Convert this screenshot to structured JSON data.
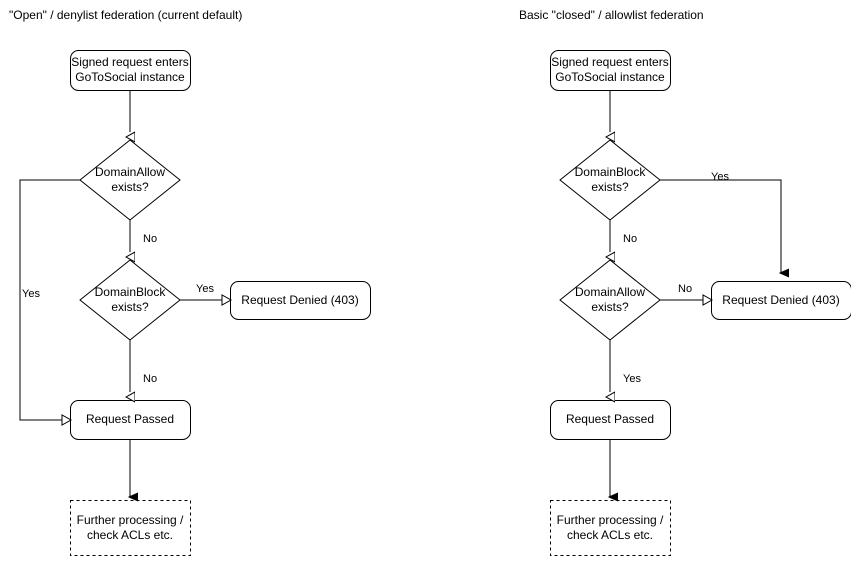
{
  "panels": [
    {
      "id": "left",
      "title": "\"Open\" / denylist federation (current default)",
      "nodes": {
        "start": "Signed request enters\nGoToSocial instance",
        "decision1": "DomainAllow\nexists?",
        "decision2": "DomainBlock\nexists?",
        "denied": "Request Denied (403)",
        "passed": "Request Passed",
        "further": "Further processing /\ncheck ACLs etc."
      },
      "edges": {
        "allow_yes": "Yes",
        "allow_no": "No",
        "block_yes": "Yes",
        "block_no": "No"
      }
    },
    {
      "id": "right",
      "title": "Basic \"closed\" / allowlist federation",
      "nodes": {
        "start": "Signed request enters\nGoToSocial instance",
        "decision1": "DomainBlock\nexists?",
        "decision2": "DomainAllow\nexists?",
        "denied": "Request Denied (403)",
        "passed": "Request Passed",
        "further": "Further processing /\ncheck ACLs etc."
      },
      "edges": {
        "block_yes": "Yes",
        "block_no": "No",
        "allow_no": "No",
        "allow_yes": "Yes"
      }
    }
  ],
  "style": {
    "stroke": "#000000",
    "fill": "#ffffff",
    "background": "#ffffff",
    "text": "#000000"
  }
}
